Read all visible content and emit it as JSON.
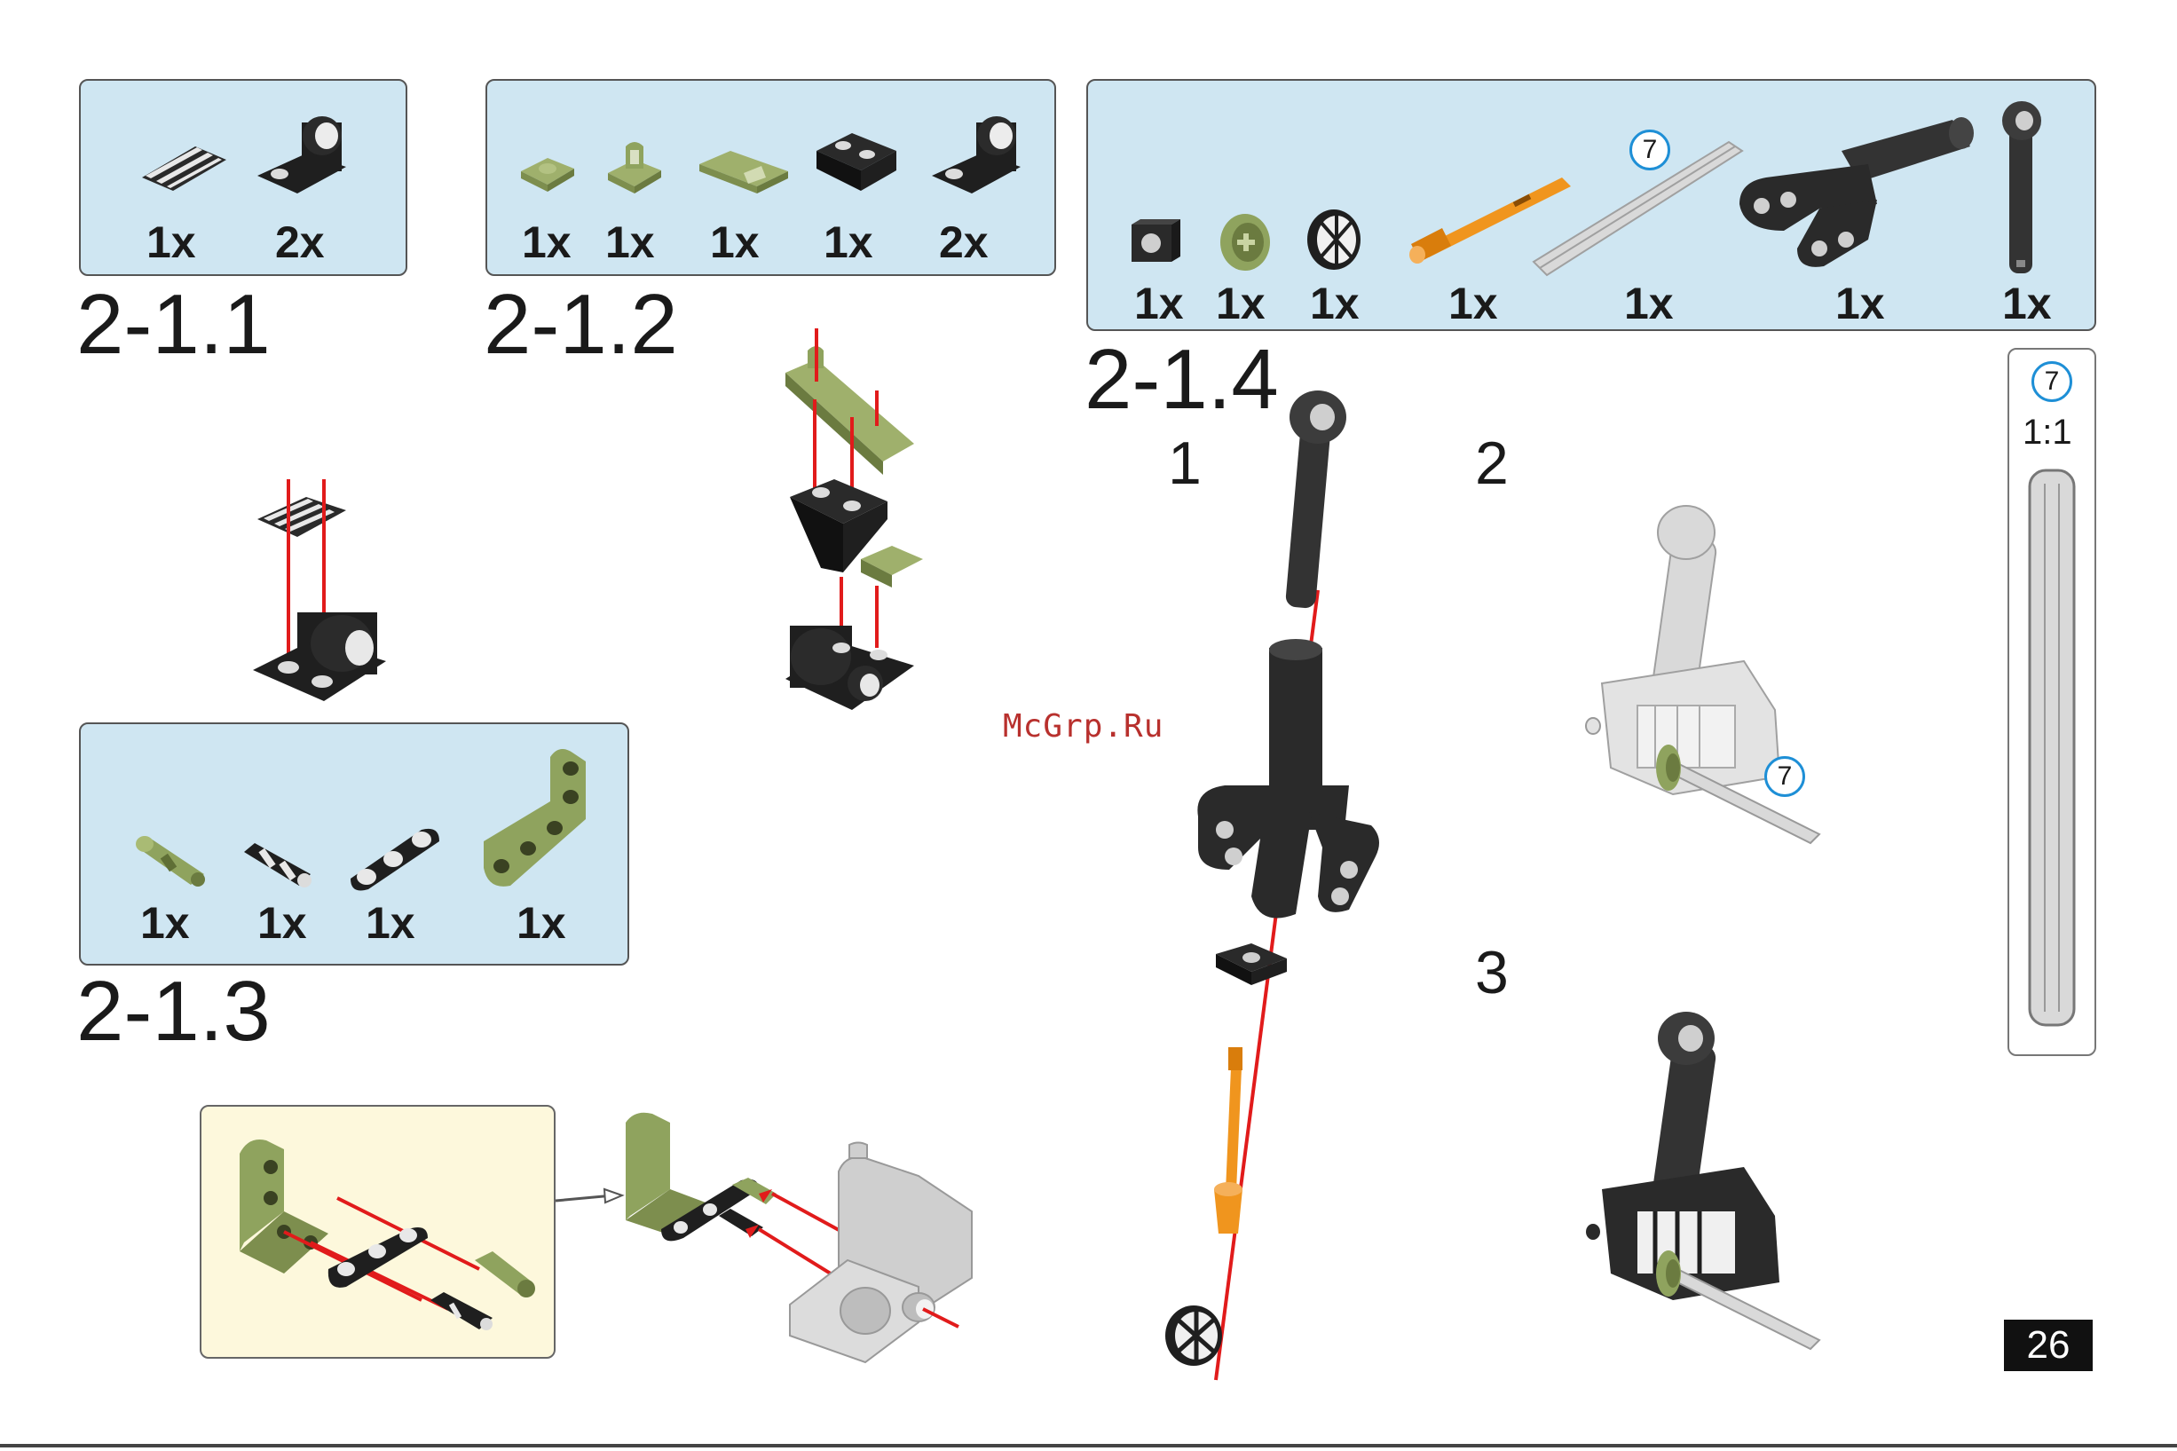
{
  "steps": {
    "s211": {
      "label": "2-1.1",
      "parts": [
        {
          "icon": "grille-tile-icon",
          "qty": "1x"
        },
        {
          "icon": "pin-hole-plate-black-icon",
          "qty": "2x"
        }
      ]
    },
    "s212": {
      "label": "2-1.2",
      "parts": [
        {
          "icon": "olive-plate-1x1-icon",
          "qty": "1x"
        },
        {
          "icon": "olive-clip-plate-icon",
          "qty": "1x"
        },
        {
          "icon": "olive-slope-icon",
          "qty": "1x"
        },
        {
          "icon": "black-inverted-slope-icon",
          "qty": "1x"
        },
        {
          "icon": "pin-hole-plate-black-icon",
          "qty": "2x"
        }
      ]
    },
    "s213": {
      "label": "2-1.3",
      "parts": [
        {
          "icon": "olive-pin-icon",
          "qty": "1x"
        },
        {
          "icon": "black-white-pin-icon",
          "qty": "1x"
        },
        {
          "icon": "black-liftarm-3-icon",
          "qty": "1x"
        },
        {
          "icon": "olive-l-liftarm-icon",
          "qty": "1x"
        }
      ]
    },
    "s214": {
      "label": "2-1.4",
      "badge": "7",
      "parts": [
        {
          "icon": "black-connector-icon",
          "qty": "1x"
        },
        {
          "icon": "olive-bush-icon",
          "qty": "1x"
        },
        {
          "icon": "white-gear-icon",
          "qty": "1x"
        },
        {
          "icon": "orange-axle-pin-icon",
          "qty": "1x"
        },
        {
          "icon": "grey-axle-icon",
          "qty": "1x"
        },
        {
          "icon": "black-fork-arm-icon",
          "qty": "1x"
        },
        {
          "icon": "black-steering-arm-icon",
          "qty": "1x"
        }
      ],
      "substeps": [
        "1",
        "2",
        "3"
      ]
    }
  },
  "scale_box": {
    "badge": "7",
    "ratio": "1:1"
  },
  "watermark": "McGrp.Ru",
  "page_number": "26",
  "colors": {
    "panel": "#cfe6f2",
    "callout": "#fdf8dc",
    "olive": "#8fa35e",
    "black": "#1f1f1f",
    "orange": "#f0951e",
    "red": "#e11b1b",
    "badge": "#1e8fd6"
  }
}
